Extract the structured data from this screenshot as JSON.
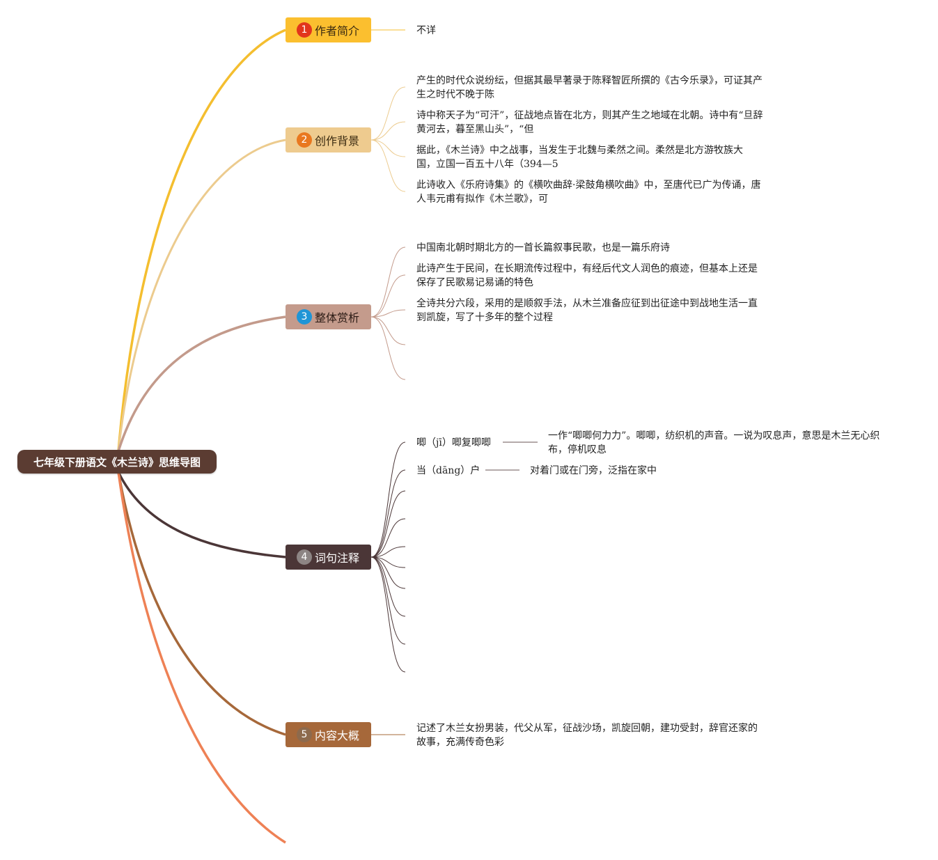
{
  "root": {
    "title": "七年级下册语文《木兰诗》思维导图"
  },
  "colors": {
    "root": "#5b3c32",
    "b1": "#f4be2f",
    "b2": "#eccb8e",
    "b3": "#c39a8b",
    "b4": "#4b3637",
    "b5": "#a6683a",
    "b6": "#ee8155"
  },
  "branches": [
    {
      "num": "1",
      "label": "作者简介",
      "leaves": [
        "不详"
      ]
    },
    {
      "num": "2",
      "label": "创作背景",
      "leaves": [
        "产生的时代众说纷纭，但据其最早著录于陈释智匠所撰的《古今乐录》，可证其产生之时代不晚于陈",
        "诗中称天子为“可汗”，征战地点皆在北方，则其产生之地域在北朝。诗中有“旦辞黄河去，暮至黑山头”，“但",
        "据此，《木兰诗》中之战事，当发生于北魏与柔然之间。柔然是北方游牧族大国，立国一百五十八年（394—5",
        "此诗收入《乐府诗集》的《横吹曲辞·梁鼓角横吹曲》中，至唐代已广为传诵，唐人韦元甫有拟作《木兰歌》，可"
      ]
    },
    {
      "num": "3",
      "label": "整体赏析",
      "leaves": [
        "中国南北朝时期北方的一首长篇叙事民歌，也是一篇乐府诗",
        "此诗产生于民间，在长期流传过程中，有经后代文人润色的痕迹，但基本上还是保存了民歌易记易诵的特色",
        "全诗共分六段，采用的是顺叙手法，从木兰准备应征到出征途中到战地生活一直到凯旋，写了十多年的整个过程"
      ]
    },
    {
      "num": "4",
      "label": "词句注释",
      "terms": [
        {
          "term": "唧（jī）唧复唧唧",
          "def": "一作“唧唧何力力”。唧唧，纺织机的声音。一说为叹息声，意思是木兰无心织布，停机叹息"
        },
        {
          "term": "当（dāng）户",
          "def": "对着门或在门旁，泛指在家中"
        }
      ]
    },
    {
      "num": "5",
      "label": "内容大概",
      "leaves": [
        "记述了木兰女扮男装，代父从军，征战沙场，凯旋回朝，建功受封，辞官还家的故事，充满传奇色彩"
      ]
    }
  ]
}
